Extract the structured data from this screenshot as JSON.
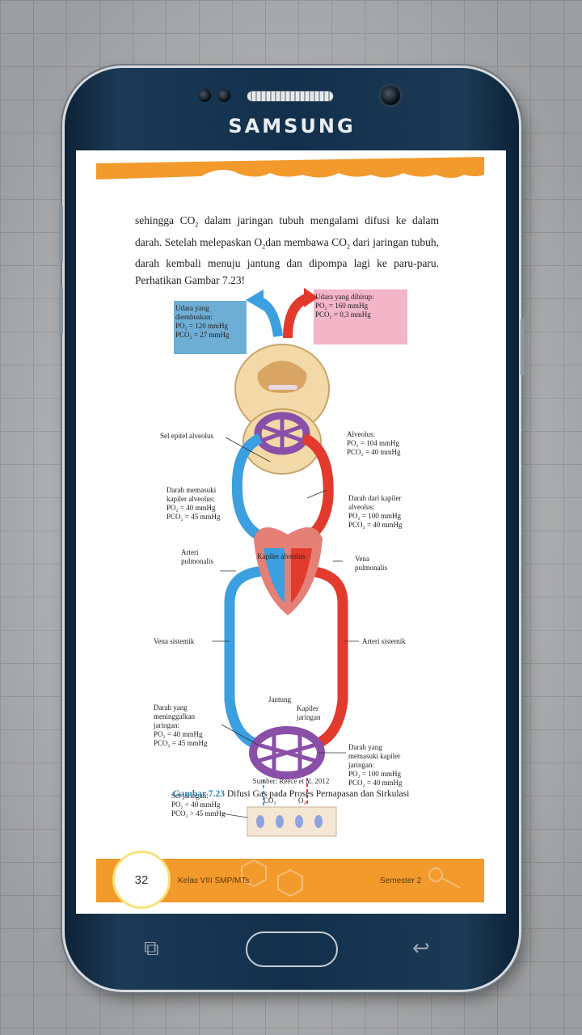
{
  "device": {
    "brand": "SAMSUNG"
  },
  "book": {
    "paragraph_parts": {
      "p1": "sehingga CO",
      "p1sub": "2",
      "p2": " dalam jaringan tubuh mengalami difusi ke dalam darah. Setelah melepaskan O",
      "p2sub": "2",
      "p3": "dan membawa CO",
      "p3sub": "2",
      "p4": " dari jaringan tubuh, darah kembali menuju jantung dan dipompa lagi ke paru-paru. Perhatikan Gambar 7.23!"
    },
    "figure": {
      "exhaled": "Udara yang\ndiembuskan:\nPO₂ = 120 mmHg\nPCO₂ = 27 mmHg",
      "inhaled": "Udara yang dihirup:\nPO₂ = 160 mmHg\nPCO₂ = 0,3 mmHg",
      "sel_epitel": "Sel epitel alveolus",
      "alveolus": "Alveolus:\nPO₂ = 104 mmHg\nPCO₂ = 40 mmHg",
      "darah_memasuki_alveolus": "Darah memasuki\nkapiler alveolus:\nPO₂ = 40 mmHg\nPCO₂ = 45 mmHg",
      "darah_dari_kapiler": "Darah dari kapiler\nalveolus:\nPO₂ = 100 mmHg\nPCO₂ = 40 mmHg",
      "arteri_pulmonalis": "Arteri\npulmonalis",
      "kapiler_alveolus": "Kapiler alveolus",
      "vena_pulmonalis": "Vena\npulmonalis",
      "vena_sistemik": "Vena sistemik",
      "arteri_sistemik": "Arteri sistemik",
      "jantung": "Jantung",
      "kapiler_jaringan": "Kapiler\njaringan",
      "darah_meninggalkan": "Darah yang\nmeninggalkan\njaringan:\nPO₂ = 40 mmHg\nPCO₂ = 45 mmHg",
      "darah_memasuki_kapiler": "Darah yang\nmemasuki kapiler\njaringan:\nPO₂ = 100 mmHg\nPCO₂ = 40 mmHg",
      "sel_jaringan": "Sel jaringan:\nPO₂ < 40 mmHg\nPCO₂ > 45 mmHg",
      "co2": "CO₂",
      "o2": "O₂"
    },
    "source": "Sumber: Reece et al. 2012",
    "caption_number": "Gambar 7.23",
    "caption_text": " Difusi Gas pada Proses Pernapasan dan Sirkulasi",
    "page_number": "32",
    "footer_left": "Kelas VIII SMP/MTs",
    "footer_right": "Semester 2"
  },
  "colors": {
    "orange": "#f39a2c",
    "blue_vessel": "#3b9fe0",
    "red_vessel": "#e33a2e",
    "capillary": "#8a4fa8"
  },
  "nav": {
    "recent": "recent-apps-icon",
    "home": "home-button",
    "back": "back-icon"
  }
}
